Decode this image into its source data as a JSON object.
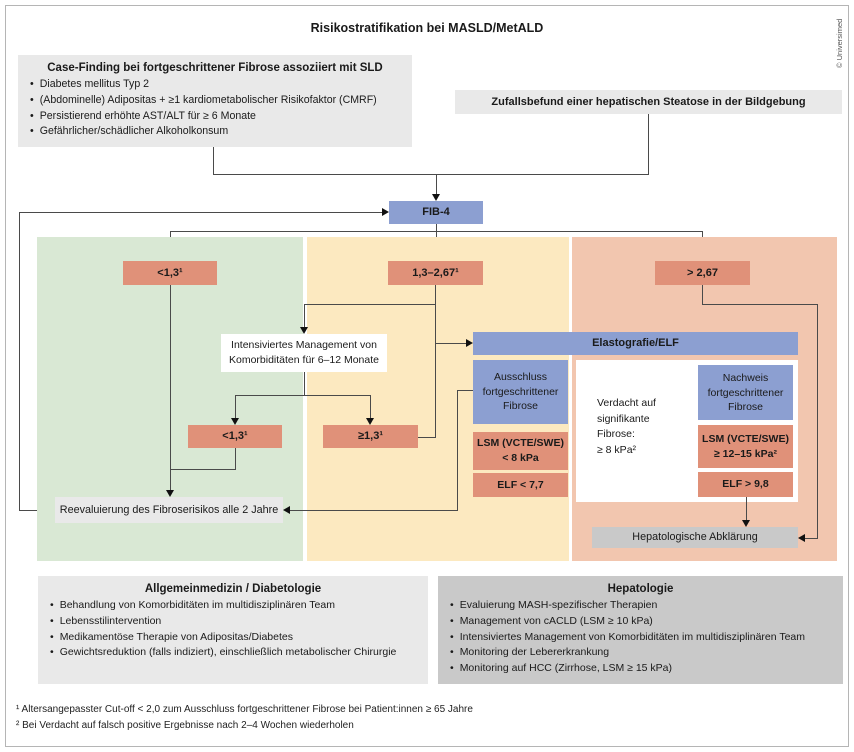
{
  "title": "Risikostratifikation bei MASLD/MetALD",
  "credit": "© Universimed",
  "colors": {
    "blue": "#8c9fd1",
    "salmon": "#e09179",
    "green": "#d9e8d4",
    "yellow": "#fce9c0",
    "orange": "#f2c6af",
    "gray_light": "#e9e9e9",
    "gray_dark": "#c9c9c9"
  },
  "case_finding": {
    "title": "Case-Finding bei fortgeschrittener Fibrose assoziiert mit SLD",
    "items": [
      "Diabetes mellitus Typ 2",
      "(Abdominelle) Adipositas + ≥1 kardiometabolischer Risikofaktor (CMRF)",
      "Persistierend erhöhte AST/ALT für ≥ 6 Monate",
      "Gefährlicher/schädlicher Alkoholkonsum"
    ]
  },
  "incidental_finding": "Zufallsbefund einer hepatischen Steatose in der Bildgebung",
  "fib4_label": "FIB-4",
  "thresholds": {
    "low": "<1,3¹",
    "mid": "1,3–2,67¹",
    "high": "> 2,67",
    "low_recheck": "<1,3¹",
    "mid_recheck": "≥1,3¹"
  },
  "management_box": "Intensiviertes Management von Komorbiditäten für 6–12 Monate",
  "reevaluation": "Reevaluierung des Fibroserisikos alle 2 Jahre",
  "elastography": "Elastografie/ELF",
  "exclusion": {
    "title": "Ausschluss fortgeschrittener Fibrose",
    "lsm": [
      "LSM (VCTE/SWE)",
      "< 8 kPa"
    ],
    "elf": "ELF < 7,7"
  },
  "suspicion": [
    "Verdacht auf",
    "signifikante",
    "Fibrose:",
    "≥ 8 kPa²"
  ],
  "confirmation": {
    "title": "Nachweis fortgeschrittener Fibrose",
    "lsm": [
      "LSM (VCTE/SWE)",
      "≥ 12–15 kPa²"
    ],
    "elf": "ELF > 9,8"
  },
  "hepatology_referral": "Hepatologische Abklärung",
  "primary_care": {
    "title": "Allgemeinmedizin / Diabetologie",
    "items": [
      "Behandlung von Komorbiditäten im multidisziplinären Team",
      "Lebensstilintervention",
      "Medikamentöse Therapie von Adipositas/Diabetes",
      "Gewichtsreduktion (falls indiziert), einschließlich metabolischer Chirurgie"
    ]
  },
  "hepatology": {
    "title": "Hepatologie",
    "items": [
      "Evaluierung MASH-spezifischer Therapien",
      "Management von cACLD (LSM ≥ 10 kPa)",
      "Intensiviertes Management von Komorbiditäten im multidisziplinären Team",
      "Monitoring der Lebererkrankung",
      "Monitoring auf HCC (Zirrhose, LSM ≥ 15 kPa)"
    ]
  },
  "footnotes": [
    "¹ Altersangepasster Cut-off < 2,0 zum Ausschluss fortgeschrittener Fibrose bei Patient:innen ≥ 65 Jahre",
    "² Bei Verdacht auf falsch positive Ergebnisse nach 2–4 Wochen wiederholen"
  ]
}
